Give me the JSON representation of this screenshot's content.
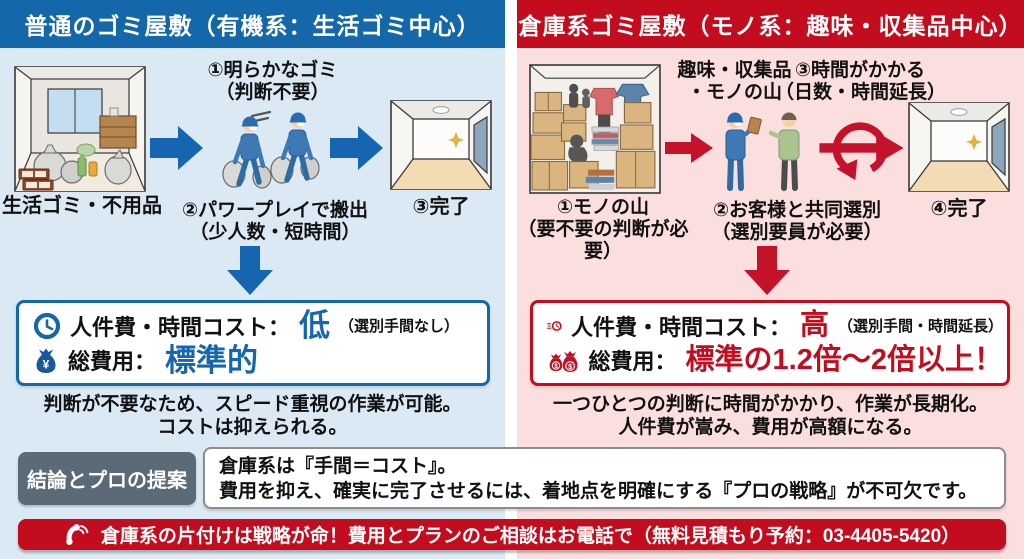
{
  "left": {
    "header": "普通のゴミ屋敷（有機系：生活ゴミ中心）",
    "scene_caption": "生活ゴミ・不用品",
    "step1": {
      "line1": "①明らかなゴミ",
      "line2": "（判断不要）"
    },
    "step2": {
      "line1": "②パワープレイで搬出",
      "line2": "（少人数・短時間）"
    },
    "step3": "③完了",
    "cost": {
      "labor_label": "人件費・時間コスト：",
      "labor_value": "低",
      "labor_note": "（選別手間なし）",
      "total_label": "総費用：",
      "total_value": "標準的"
    },
    "summary": {
      "line1": "判断が不要なため、スピード重視の作業が可能。",
      "line2": "コストは抑えられる。"
    }
  },
  "right": {
    "header": "倉庫系ゴミ屋敷（モノ系：趣味・収集品中心）",
    "scene_caption": {
      "line1": "①モノの山",
      "line2": "（要不要の判断が必要）"
    },
    "pile_label": {
      "line1": "趣味・収集品",
      "line2": "・モノの山"
    },
    "step2": {
      "line1": "②お客様と共同選別",
      "line2": "（選別要員が必要）"
    },
    "step3": {
      "line1": "③時間がかかる",
      "line2": "（日数・時間延長）"
    },
    "step4": "④完了",
    "cost": {
      "labor_label": "人件費・時間コスト：",
      "labor_value": "高",
      "labor_note": "（選別手間・時間延長）",
      "total_label": "総費用：",
      "total_value": "標準の1.2倍～2倍以上！"
    },
    "summary": {
      "line1": "一つひとつの判断に時間がかかり、作業が長期化。",
      "line2": "人件費が嵩み、費用が高額になる。"
    }
  },
  "conclusion": {
    "label": "結論とプロの提案",
    "line1": "倉庫系は『手間＝コスト』。",
    "line2": "費用を抑え、確実に完了させるには、着地点を明確にする『プロの戦略』が不可欠です。"
  },
  "footer": {
    "text": "倉庫系の片付けは戦略が命！費用とプランのご相談はお電話で（無料見積もり予約：03-4405-5420）",
    "phone": "03-4405-5420"
  },
  "icons": [
    "clock-icon",
    "speed-clock-icon",
    "money-bag-yen-icon",
    "double-money-bag-dollar-icon",
    "phone-icon",
    "right-arrow-icon",
    "down-arrow-icon",
    "loop-arrow-icon"
  ],
  "colors": {
    "left_accent": "#1467a8",
    "left_bg": "#dbe9f4",
    "left_value": "#1565b0",
    "right_accent": "#c30d1e",
    "right_bg": "#fbdfdf",
    "conclusion_label_bg": "#5b6a77",
    "footer_bg": "#c30d1e"
  }
}
